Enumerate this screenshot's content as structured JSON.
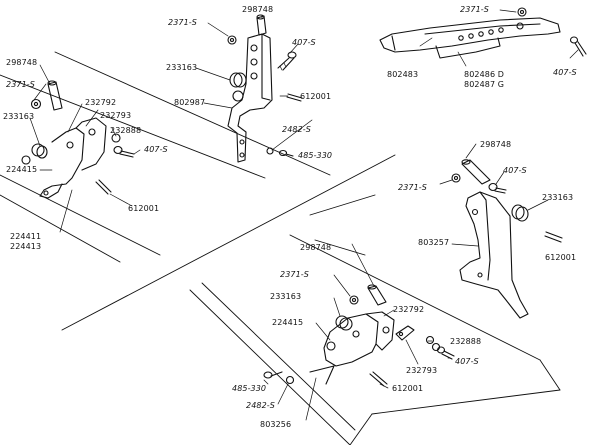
{
  "diagram": {
    "labels": {
      "a_2371": "2371-S",
      "a_298748": "298748",
      "a_407": "407-S",
      "a_233163": "233163",
      "a_802987": "802987",
      "a_612001": "612001",
      "a_2482": "2482-S",
      "a_485": "485-330",
      "b_298748": "298748",
      "b_2371": "2371-S",
      "b_232792": "232792",
      "b_233163": "233163",
      "b_232793": "232793",
      "b_232888": "232888",
      "b_407": "407-S",
      "b_224415": "224415",
      "b_612001": "612001",
      "b_224411": "224411",
      "b_224413": "224413",
      "c_2371": "2371-S",
      "c_802483": "802483",
      "c_802486": "802486 D",
      "c_802487": "802487 G",
      "c_407": "407-S",
      "d_298748": "298748",
      "d_2371": "2371-S",
      "d_407": "407-S",
      "d_233163": "233163",
      "d_803257": "803257",
      "d_612001": "612001",
      "e_298748": "298748",
      "e_2371": "2371-S",
      "e_233163": "233163",
      "e_232792": "232792",
      "e_224415": "224415",
      "e_232888": "232888",
      "e_407": "407-S",
      "e_232793": "232793",
      "e_485": "485-330",
      "e_612001": "612001",
      "e_2482": "2482-S",
      "e_803256": "803256"
    }
  }
}
